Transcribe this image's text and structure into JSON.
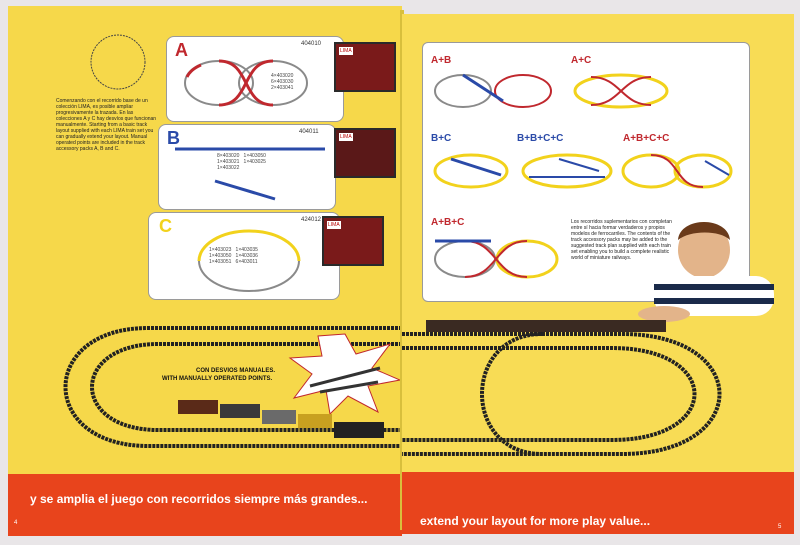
{
  "left": {
    "intro_text": "Comenzando con el recorrido base de un colección LIMA, es posible ampliar progresivamente la trazada. En las colecciones A y C hay desvíos que funcionan manualmente. Starting from a basic track layout supplied with each LIMA train set you can gradually extend your layout. Manual operated points are included in the track accessory packs A, B and C.",
    "sets": [
      {
        "letter": "A",
        "code": "404010",
        "parts": "4×403020\n6×403030\n2×403041"
      },
      {
        "letter": "B",
        "code": "404011",
        "parts": "8×403020   1×403050\n1×403021   1×403025\n1×403022"
      },
      {
        "letter": "C",
        "code": "424012",
        "parts": "1×403023   1×403035\n1×403050   1×403036\n1×403051   6×403011"
      }
    ],
    "box_brand": "LIMA",
    "points_label_es": "CON DESVIOS MANUALES.",
    "points_label_en": "WITH MANUALLY OPERATED POINTS.",
    "banner_text": "y se amplia el juego con recorridos siempre más grandes...",
    "page_number": "4"
  },
  "right": {
    "combos": [
      "A+B",
      "A+C",
      "B+C",
      "B+B+C+C",
      "A+B+C+C",
      "A+B+C"
    ],
    "accessory_text": "Los recorridos suplementarios con completan entre sí hacia formar verdaderos y propios modelos de ferrocarriles. The contents of the track accessory packs may be added to the suggested track plan supplied with each train set enabling you to build a complete realistic world of miniature railways.",
    "banner_text": "extend your layout for more play value...",
    "page_number": "5"
  },
  "colors": {
    "page_yellow": "#f6d84a",
    "banner_orange": "#e8441c",
    "set_a_red": "#c0282e",
    "set_b_blue": "#2a4aa8",
    "set_c_yellow": "#f2d21c"
  }
}
